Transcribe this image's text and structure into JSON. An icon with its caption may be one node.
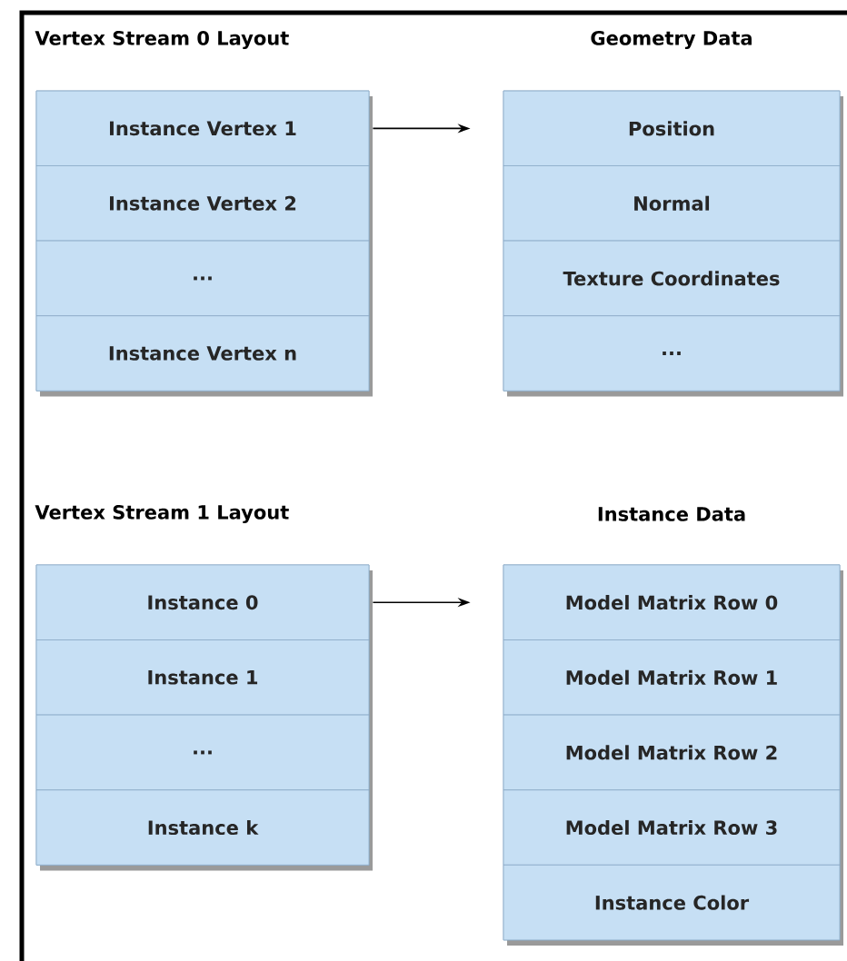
{
  "diagram": {
    "nodes": [
      {
        "text": [
          "Vertex Stream 0 Layout"
        ]
      },
      {
        "text": [
          "Instance Vertex 1"
        ],
        "in": 0
      },
      {
        "text": [
          "Instance Vertex 2"
        ],
        "in": 0
      },
      {
        "text": [
          "..."
        ],
        "in": 0
      },
      {
        "text": [
          "Instance Vertex n"
        ],
        "in": 0
      },
      {
        "text": [
          "Geometry Data"
        ]
      },
      {
        "text": [
          "Position"
        ],
        "in": 5
      },
      {
        "text": [
          "Normal"
        ],
        "in": 5
      },
      {
        "text": [
          "Texture Coordinates"
        ],
        "in": 5
      },
      {
        "text": [
          "..."
        ],
        "in": 5
      },
      {
        "text": [
          "Vertex Stream 1 Layout"
        ]
      },
      {
        "text": [
          "Instance 0"
        ],
        "in": 10
      },
      {
        "text": [
          "Instance 1"
        ],
        "in": 10
      },
      {
        "text": [
          "..."
        ],
        "in": 10
      },
      {
        "text": [
          "Instance k"
        ],
        "in": 10
      },
      {
        "text": [
          "Instance Data"
        ]
      },
      {
        "text": [
          "Model Matrix Row 0"
        ],
        "in": 15
      },
      {
        "text": [
          "Model Matrix Row 1"
        ],
        "in": 15
      },
      {
        "text": [
          "Model Matrix Row 2"
        ],
        "in": 15
      },
      {
        "text": [
          "Model Matrix Row 3"
        ],
        "in": 15
      },
      {
        "text": [
          "Instance Color"
        ],
        "in": 15
      }
    ],
    "edges": [
      {
        "from": 1,
        "to": 5,
        "arrow": "to"
      },
      {
        "from": 11,
        "to": 15,
        "arrow": "to"
      }
    ]
  }
}
